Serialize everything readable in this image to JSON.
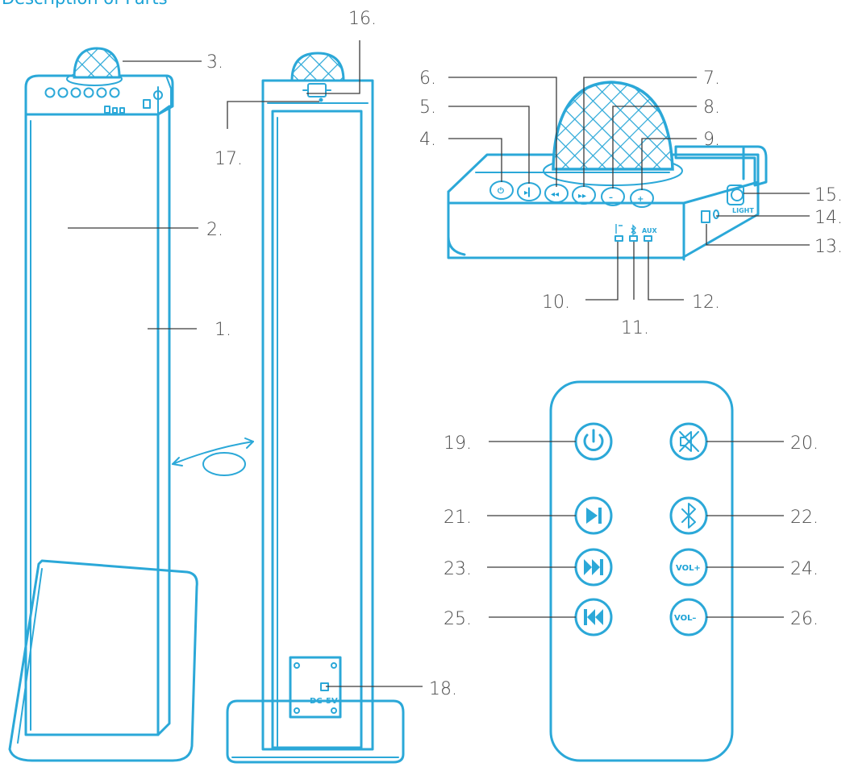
{
  "heading": "Description of Parts",
  "colors": {
    "accent": "#2ba8d8",
    "label": "#4a4a4a"
  },
  "callouts": [
    {
      "id": "1",
      "text": "1."
    },
    {
      "id": "2",
      "text": "2."
    },
    {
      "id": "3",
      "text": "3."
    },
    {
      "id": "4",
      "text": "4."
    },
    {
      "id": "5",
      "text": "5."
    },
    {
      "id": "6",
      "text": "6."
    },
    {
      "id": "7",
      "text": "7."
    },
    {
      "id": "8",
      "text": "8."
    },
    {
      "id": "9",
      "text": "9."
    },
    {
      "id": "10",
      "text": "10."
    },
    {
      "id": "11",
      "text": "11."
    },
    {
      "id": "12",
      "text": "12."
    },
    {
      "id": "13",
      "text": "13."
    },
    {
      "id": "14",
      "text": "14."
    },
    {
      "id": "15",
      "text": "15."
    },
    {
      "id": "16",
      "text": "16."
    },
    {
      "id": "17",
      "text": "17."
    },
    {
      "id": "18",
      "text": "18."
    },
    {
      "id": "19",
      "text": "19."
    },
    {
      "id": "20",
      "text": "20."
    },
    {
      "id": "21",
      "text": "21."
    },
    {
      "id": "22",
      "text": "22."
    },
    {
      "id": "23",
      "text": "23."
    },
    {
      "id": "24",
      "text": "24."
    },
    {
      "id": "25",
      "text": "25."
    },
    {
      "id": "26",
      "text": "26."
    }
  ],
  "panel_labels": {
    "aux": "AUX",
    "light": "LIGHT"
  },
  "power_label": {
    "dc": "DC",
    "volt": "5V"
  },
  "remote_labels": {
    "vol_up": "VOL+",
    "vol_down": "VOL–"
  },
  "icons": {
    "power": "power-icon",
    "mute": "mute-icon",
    "play_pause": "play-pause-icon",
    "bluetooth": "bluetooth-icon",
    "next": "next-track-icon",
    "prev": "previous-track-icon"
  }
}
